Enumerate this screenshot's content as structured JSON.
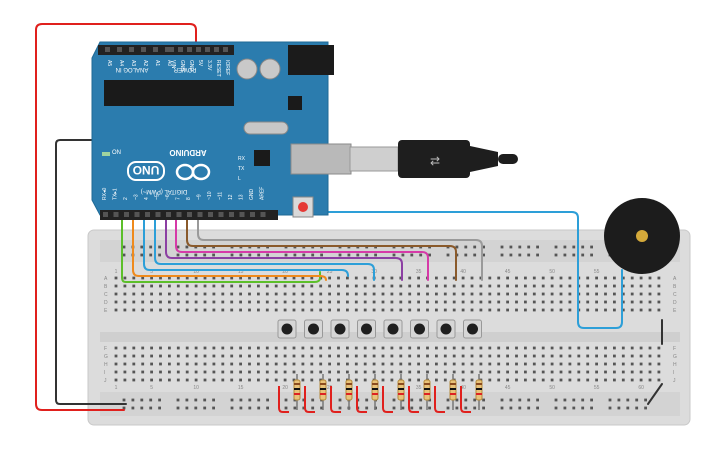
{
  "board": {
    "brand": "ARDUINO",
    "model": "UNO",
    "on_label": "ON",
    "analog_header": "ANALOG IN",
    "analog_pins": [
      "A5",
      "A4",
      "A3",
      "A2",
      "A1",
      "A0"
    ],
    "power_header": "POWER",
    "power_pins": [
      "VIN",
      "GND",
      "GND",
      "5V",
      "3.3V",
      "RESET",
      "IOREF"
    ],
    "digital_header": "DIGITAL (PWM~)",
    "digital_pins": [
      "RX◂0",
      "TX▸1",
      "2",
      "~3",
      "4",
      "~5",
      "~6",
      "7",
      "8",
      "~9",
      "~10",
      "~11",
      "12",
      "13",
      "GND",
      "AREF"
    ],
    "tx_label": "TX",
    "rx_label": "RX",
    "l_label": "L"
  },
  "breadboard": {
    "column_numbers": [
      "1",
      "5",
      "10",
      "15",
      "20",
      "25",
      "30",
      "35",
      "40",
      "45",
      "50",
      "55",
      "60"
    ],
    "row_letters_top": [
      "A",
      "B",
      "C",
      "D",
      "E"
    ],
    "row_letters_bottom": [
      "F",
      "G",
      "H",
      "I",
      "J"
    ]
  },
  "components": {
    "button_count": 8,
    "resistor_count": 8,
    "buzzer": "piezo-buzzer",
    "usb": "usb-cable"
  },
  "colors": {
    "board": "#2b7cae",
    "breadboard": "#dddddd",
    "wire_red": "#e0201d",
    "wire_black": "#333333",
    "wire_blue": "#2d9fd8",
    "wire_green": "#5cbf2a",
    "wire_orange": "#ef8a1c",
    "wire_purple": "#8c3fa3",
    "wire_magenta": "#d63aa8",
    "wire_brown": "#8a5a2b",
    "wire_gray": "#9a9a9a"
  }
}
